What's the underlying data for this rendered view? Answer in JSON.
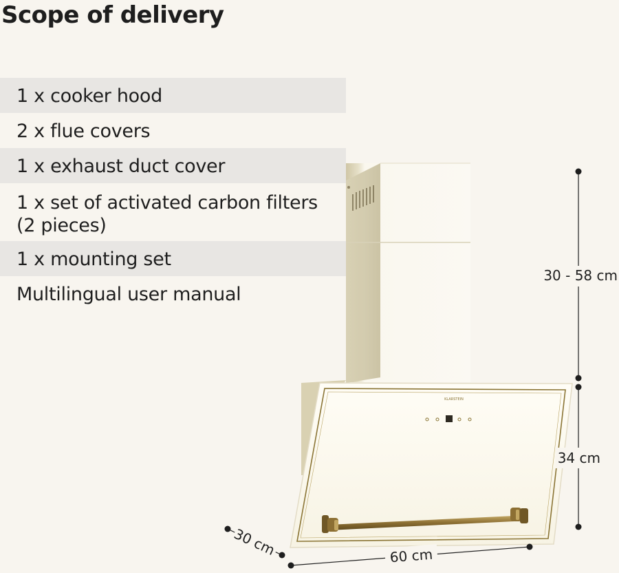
{
  "heading": "Scope of delivery",
  "items": [
    "1 x cooker hood",
    "2 x flue covers",
    "1 x exhaust duct cover",
    "1 x set of activated carbon filters",
    "(2 pieces)",
    "1 x mounting set",
    "Multilingual user manual"
  ],
  "product": {
    "brand": "KLARSTEIN",
    "colors": {
      "glass": "#fbf8ec",
      "trim": "#8a7434",
      "metal": "#d7cfb2"
    }
  },
  "dimensions": {
    "chimney_height": "30 - 58 cm",
    "hood_height": "34 cm",
    "width": "60 cm",
    "depth": "30 cm"
  }
}
